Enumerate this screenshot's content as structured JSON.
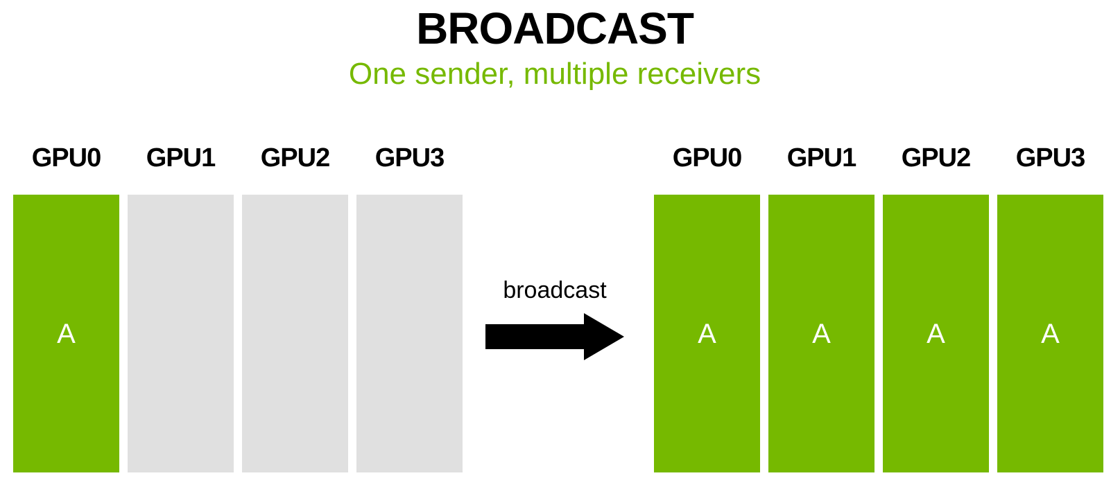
{
  "title": "BROADCAST",
  "subtitle": "One sender, multiple receivers",
  "arrow": {
    "label": "broadcast"
  },
  "colors": {
    "green": "#76B900",
    "gray": "#E0E0E0",
    "black": "#000000",
    "white": "#FFFFFF"
  },
  "before": {
    "gpus": [
      {
        "label": "GPU0",
        "value": "A",
        "filled": true
      },
      {
        "label": "GPU1",
        "value": "",
        "filled": false
      },
      {
        "label": "GPU2",
        "value": "",
        "filled": false
      },
      {
        "label": "GPU3",
        "value": "",
        "filled": false
      }
    ]
  },
  "after": {
    "gpus": [
      {
        "label": "GPU0",
        "value": "A",
        "filled": true
      },
      {
        "label": "GPU1",
        "value": "A",
        "filled": true
      },
      {
        "label": "GPU2",
        "value": "A",
        "filled": true
      },
      {
        "label": "GPU3",
        "value": "A",
        "filled": true
      }
    ]
  }
}
